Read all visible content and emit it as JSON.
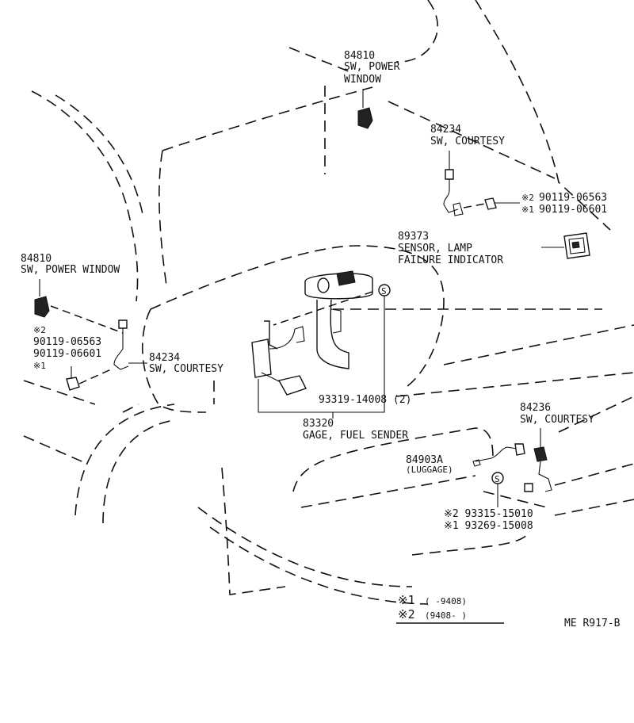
{
  "parts": {
    "pw_top": {
      "number": "84810",
      "line1": "SW, POWER",
      "line2": "WINDOW"
    },
    "courtesy_top": {
      "number": "84234",
      "name": "SW, COURTESY"
    },
    "bolt_top": {
      "mark2": "※2",
      "num2": "90119-06563",
      "mark1": "※1",
      "num1": "90119-06601"
    },
    "lamp_sensor": {
      "number": "89373",
      "line1": "SENSOR, LAMP",
      "line2": "FAILURE INDICATOR"
    },
    "pw_left": {
      "number": "84810",
      "name": "SW, POWER WINDOW"
    },
    "bolt_left": {
      "mark2": "※2",
      "num2": "90119-06563",
      "num1": "90119-06601",
      "mark1": "※1"
    },
    "courtesy_left": {
      "number": "84234",
      "name": "SW, COURTESY"
    },
    "screw_gage": {
      "number": "93319-14008 (2)"
    },
    "fuel_gage": {
      "number": "83320",
      "name": "GAGE, FUEL SENDER"
    },
    "courtesy_right": {
      "number": "84236",
      "name": "SW, COURTESY"
    },
    "luggage_sw": {
      "number": "84903A",
      "note": "(LUGGAGE)"
    },
    "screw_right": {
      "line2": "※2 93315-15010",
      "line1": "※1 93269-15008"
    }
  },
  "legend": {
    "mark1": "※1",
    "range1": "(      -9408)",
    "mark2": "※2",
    "range2": "(9408-      )"
  },
  "diagram_ref": "ME R917-B",
  "screw_mark": "S"
}
